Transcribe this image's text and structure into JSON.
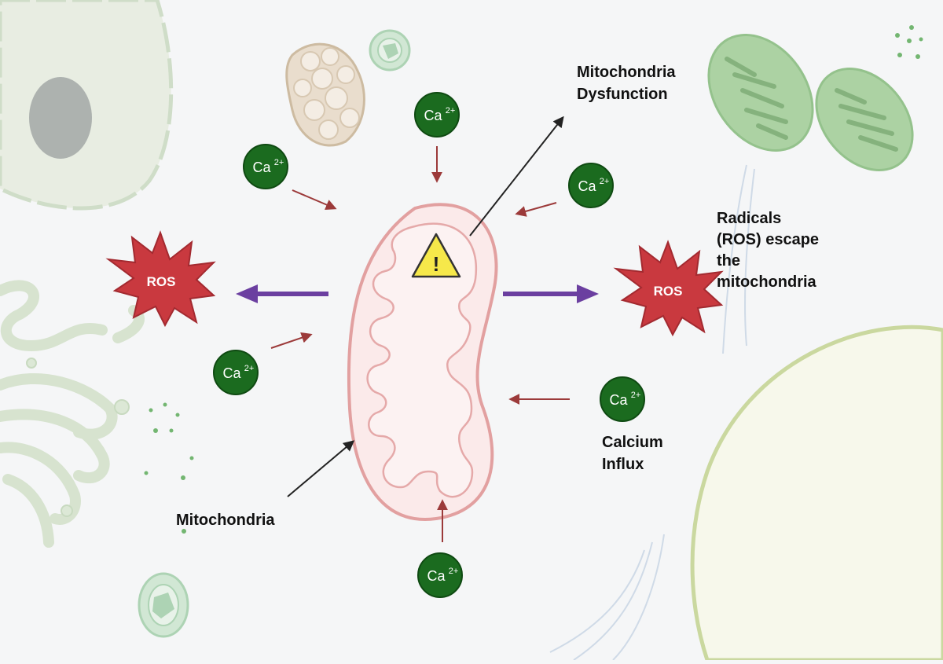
{
  "labels": {
    "mito_dysfunction_1": "Mitochondria",
    "mito_dysfunction_2": "Dysfunction",
    "radicals_1": "Radicals",
    "radicals_2": "(ROS) escape",
    "radicals_3": "the",
    "radicals_4": "mitochondria",
    "calcium_1": "Calcium",
    "calcium_2": "Influx",
    "mitochondria": "Mitochondria",
    "ros_left": "ROS",
    "ros_right": "ROS",
    "warning_mark": "!"
  },
  "ions": [
    {
      "base": "Ca",
      "sup": "2+"
    },
    {
      "base": "Ca",
      "sup": "2+"
    },
    {
      "base": "Ca",
      "sup": "2+"
    },
    {
      "base": "Ca",
      "sup": "2+"
    },
    {
      "base": "Ca",
      "sup": "2+"
    },
    {
      "base": "Ca",
      "sup": "2+"
    }
  ],
  "colors": {
    "calcium": "#1b6b1f",
    "ros": "#c9393f",
    "efflux_arrow": "#6b3fa0",
    "influx_arrow": "#9c3a3a",
    "mitochondrion_outline": "#e2a0a0",
    "warning": "#f6e84a"
  }
}
